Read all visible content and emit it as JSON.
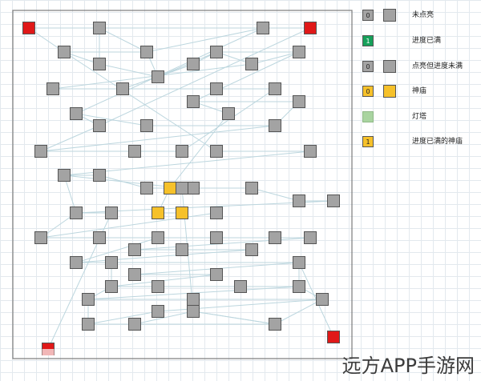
{
  "legend": {
    "unlit": {
      "num": "0",
      "label": "未点亮",
      "color": "#a3a3a3"
    },
    "full": {
      "num": "1",
      "label": "进度已满",
      "color": "#16a05a"
    },
    "lit_not_full": {
      "num": "0",
      "label": "点亮但进度未满",
      "color": "#a3a3a3"
    },
    "temple": {
      "num": "0",
      "label": "神庙",
      "color": "#f6c12a"
    },
    "lighthouse": {
      "label": "灯塔",
      "color": "#a9d4a0"
    },
    "temple_full": {
      "num": "1",
      "label": "进度已满的神庙",
      "color": "#f6c12a"
    }
  },
  "watermark": "远方APP手游网",
  "colors": {
    "red": "#e01818",
    "grey": "#a3a3a3",
    "temple": "#f6c12a",
    "pink": "#f2b7b7",
    "edge": "#bcd6de"
  },
  "map": {
    "nodes": [
      {
        "id": "r1",
        "t": "red"
      },
      {
        "id": "r2",
        "t": "red"
      },
      {
        "id": "r3",
        "t": "red"
      },
      {
        "id": "r4",
        "t": "red"
      },
      {
        "id": "a",
        "t": "grey"
      },
      {
        "id": "b",
        "t": "grey"
      },
      {
        "id": "c",
        "t": "grey"
      },
      {
        "id": "d",
        "t": "grey"
      },
      {
        "id": "e",
        "t": "grey"
      },
      {
        "id": "f",
        "t": "grey"
      },
      {
        "id": "g",
        "t": "grey"
      },
      {
        "id": "h",
        "t": "grey"
      },
      {
        "id": "i",
        "t": "grey"
      },
      {
        "id": "j",
        "t": "grey"
      },
      {
        "id": "k",
        "t": "grey"
      },
      {
        "id": "l",
        "t": "grey"
      },
      {
        "id": "m",
        "t": "grey"
      },
      {
        "id": "n",
        "t": "grey"
      },
      {
        "id": "o",
        "t": "grey"
      },
      {
        "id": "p",
        "t": "grey"
      },
      {
        "id": "q",
        "t": "grey"
      },
      {
        "id": "s",
        "t": "grey"
      },
      {
        "id": "u",
        "t": "grey"
      },
      {
        "id": "v",
        "t": "grey"
      },
      {
        "id": "w",
        "t": "grey"
      },
      {
        "id": "x",
        "t": "grey"
      },
      {
        "id": "y",
        "t": "grey"
      },
      {
        "id": "z",
        "t": "grey"
      },
      {
        "id": "aa",
        "t": "grey"
      },
      {
        "id": "ab",
        "t": "grey"
      },
      {
        "id": "ac",
        "t": "grey"
      },
      {
        "id": "ad",
        "t": "grey"
      },
      {
        "id": "ae",
        "t": "grey"
      },
      {
        "id": "af",
        "t": "grey"
      },
      {
        "id": "ag",
        "t": "grey"
      },
      {
        "id": "ah",
        "t": "grey"
      },
      {
        "id": "ai",
        "t": "grey"
      },
      {
        "id": "aj",
        "t": "grey"
      },
      {
        "id": "ak",
        "t": "grey"
      },
      {
        "id": "al",
        "t": "grey"
      },
      {
        "id": "am",
        "t": "grey"
      },
      {
        "id": "an",
        "t": "grey"
      },
      {
        "id": "ao",
        "t": "grey"
      },
      {
        "id": "ap",
        "t": "grey"
      },
      {
        "id": "aq",
        "t": "grey"
      },
      {
        "id": "ar",
        "t": "grey"
      },
      {
        "id": "as",
        "t": "grey"
      },
      {
        "id": "at",
        "t": "grey"
      },
      {
        "id": "au",
        "t": "grey"
      },
      {
        "id": "av",
        "t": "grey"
      },
      {
        "id": "aw",
        "t": "grey"
      },
      {
        "id": "ax",
        "t": "grey"
      },
      {
        "id": "ay",
        "t": "grey"
      },
      {
        "id": "az",
        "t": "grey"
      },
      {
        "id": "ba",
        "t": "grey"
      },
      {
        "id": "bb",
        "t": "grey"
      },
      {
        "id": "bc",
        "t": "grey"
      },
      {
        "id": "bd",
        "t": "grey"
      },
      {
        "id": "be",
        "t": "grey"
      },
      {
        "id": "bf",
        "t": "grey"
      },
      {
        "id": "bg",
        "t": "grey"
      },
      {
        "id": "bh",
        "t": "grey"
      },
      {
        "id": "bi",
        "t": "grey"
      },
      {
        "id": "bj",
        "t": "grey"
      },
      {
        "id": "bk",
        "t": "grey"
      },
      {
        "id": "bl",
        "t": "grey"
      },
      {
        "id": "bm",
        "t": "grey"
      },
      {
        "id": "bn",
        "t": "grey"
      },
      {
        "id": "bo",
        "t": "grey"
      },
      {
        "id": "bp",
        "t": "grey"
      },
      {
        "id": "bq",
        "t": "grey"
      },
      {
        "id": "br",
        "t": "grey"
      },
      {
        "id": "bs",
        "t": "grey"
      },
      {
        "id": "bt",
        "t": "grey"
      },
      {
        "id": "bu",
        "t": "grey"
      },
      {
        "id": "bv",
        "t": "grey"
      },
      {
        "id": "bw",
        "t": "grey"
      },
      {
        "id": "bx",
        "t": "grey"
      },
      {
        "id": "by",
        "t": "grey"
      },
      {
        "id": "bz",
        "t": "grey"
      },
      {
        "id": "ca",
        "t": "grey"
      },
      {
        "id": "cb",
        "t": "grey"
      },
      {
        "id": "cc",
        "t": "grey"
      },
      {
        "id": "y1",
        "t": "temple"
      },
      {
        "id": "y2",
        "t": "temple"
      },
      {
        "id": "y3",
        "t": "temple"
      }
    ],
    "edges": [
      [
        "r1",
        "a"
      ],
      [
        "r1",
        "c"
      ],
      [
        "a",
        "b"
      ],
      [
        "a",
        "d"
      ],
      [
        "a",
        "e"
      ],
      [
        "b",
        "d"
      ],
      [
        "b",
        "s"
      ],
      [
        "c",
        "e"
      ],
      [
        "c",
        "d"
      ],
      [
        "r2",
        "b"
      ],
      [
        "r2",
        "u"
      ],
      [
        "s",
        "u"
      ],
      [
        "s",
        "v"
      ],
      [
        "d",
        "f"
      ],
      [
        "e",
        "f"
      ],
      [
        "f",
        "h"
      ],
      [
        "f",
        "g"
      ],
      [
        "g",
        "h"
      ],
      [
        "h",
        "i"
      ],
      [
        "h",
        "j"
      ],
      [
        "i",
        "j"
      ],
      [
        "i",
        "k"
      ],
      [
        "k",
        "l"
      ],
      [
        "l",
        "m"
      ],
      [
        "m",
        "n"
      ],
      [
        "j",
        "o"
      ],
      [
        "o",
        "p"
      ],
      [
        "v",
        "w"
      ],
      [
        "w",
        "x"
      ],
      [
        "x",
        "y"
      ],
      [
        "u",
        "x"
      ],
      [
        "y",
        "z"
      ],
      [
        "c",
        "aa"
      ],
      [
        "aa",
        "ab"
      ],
      [
        "ab",
        "ac"
      ],
      [
        "ac",
        "ad"
      ],
      [
        "ad",
        "ae"
      ],
      [
        "ae",
        "af"
      ],
      [
        "af",
        "ag"
      ],
      [
        "ag",
        "ah"
      ],
      [
        "ah",
        "ai"
      ],
      [
        "ai",
        "aj"
      ],
      [
        "aj",
        "ak"
      ],
      [
        "ak",
        "r3"
      ],
      [
        "al",
        "am"
      ],
      [
        "am",
        "an"
      ],
      [
        "an",
        "ao"
      ],
      [
        "ao",
        "ap"
      ],
      [
        "ap",
        "aq"
      ],
      [
        "aq",
        "ar"
      ],
      [
        "ar",
        "as"
      ],
      [
        "as",
        "at"
      ],
      [
        "at",
        "au"
      ],
      [
        "au",
        "av"
      ],
      [
        "av",
        "aw"
      ],
      [
        "aw",
        "ax"
      ],
      [
        "ax",
        "ay"
      ],
      [
        "ay",
        "az"
      ],
      [
        "az",
        "ba"
      ],
      [
        "ba",
        "bb"
      ],
      [
        "bb",
        "bc"
      ],
      [
        "bc",
        "bd"
      ],
      [
        "bd",
        "be"
      ],
      [
        "be",
        "bf"
      ],
      [
        "bf",
        "bg"
      ],
      [
        "bg",
        "bh"
      ],
      [
        "bh",
        "bi"
      ],
      [
        "bi",
        "bj"
      ],
      [
        "bj",
        "bk"
      ],
      [
        "bk",
        "bl"
      ],
      [
        "bl",
        "bm"
      ],
      [
        "bm",
        "bn"
      ],
      [
        "bn",
        "bo"
      ],
      [
        "bo",
        "bp"
      ],
      [
        "bp",
        "bq"
      ],
      [
        "bq",
        "br"
      ],
      [
        "br",
        "bs"
      ],
      [
        "bs",
        "bt"
      ],
      [
        "bt",
        "bu"
      ],
      [
        "bu",
        "bv"
      ],
      [
        "bv",
        "bw"
      ],
      [
        "bw",
        "bx"
      ],
      [
        "bx",
        "by"
      ],
      [
        "by",
        "bz"
      ],
      [
        "bz",
        "ca"
      ],
      [
        "ca",
        "cb"
      ],
      [
        "cb",
        "cc"
      ],
      [
        "cc",
        "r4"
      ],
      [
        "y1",
        "y2"
      ],
      [
        "y2",
        "y3"
      ],
      [
        "p",
        "y1"
      ],
      [
        "z",
        "n"
      ],
      [
        "g",
        "l"
      ],
      [
        "q",
        "w"
      ],
      [
        "q",
        "o"
      ]
    ]
  }
}
